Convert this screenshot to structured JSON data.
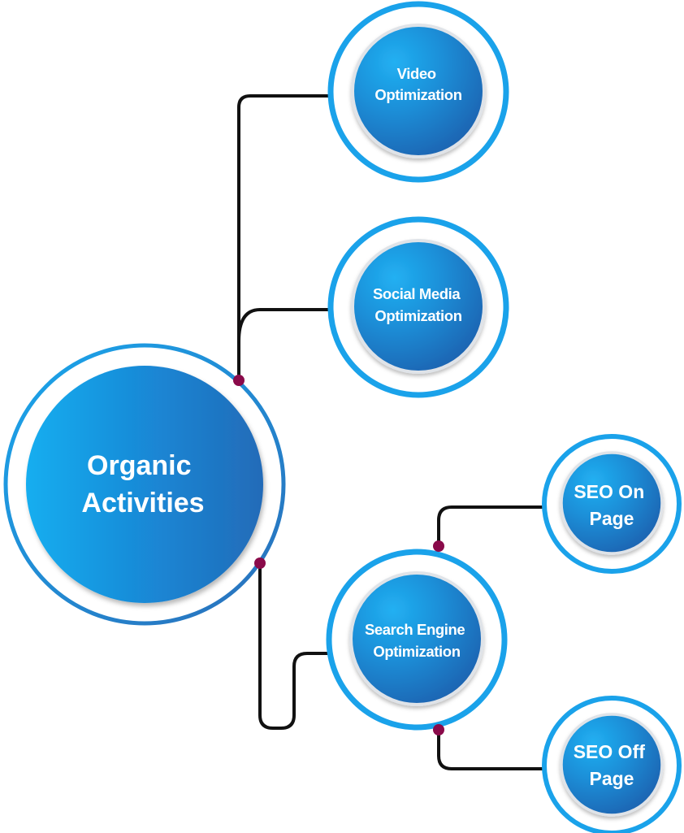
{
  "diagram": {
    "root": {
      "line1": "Organic",
      "line2": "Activities"
    },
    "branches": {
      "video": {
        "line1": "Video",
        "line2": "Optimization"
      },
      "social": {
        "line1": "Social Media",
        "line2": "Optimization"
      },
      "seo": {
        "line1": "Search Engine",
        "line2": "Optimization"
      }
    },
    "leaves": {
      "seo_on": {
        "line1": "SEO On",
        "line2": "Page"
      },
      "seo_off": {
        "line1": "SEO Off",
        "line2": "Page"
      }
    }
  },
  "colors": {
    "ring": "#1aa2ea",
    "ring_dark": "#2470bd",
    "fill_light": "#1b9fe6",
    "fill_dark": "#1f6ab6",
    "connector": "#111111",
    "junction_dot": "#8a0a4a",
    "label_text": "#ffffff"
  }
}
